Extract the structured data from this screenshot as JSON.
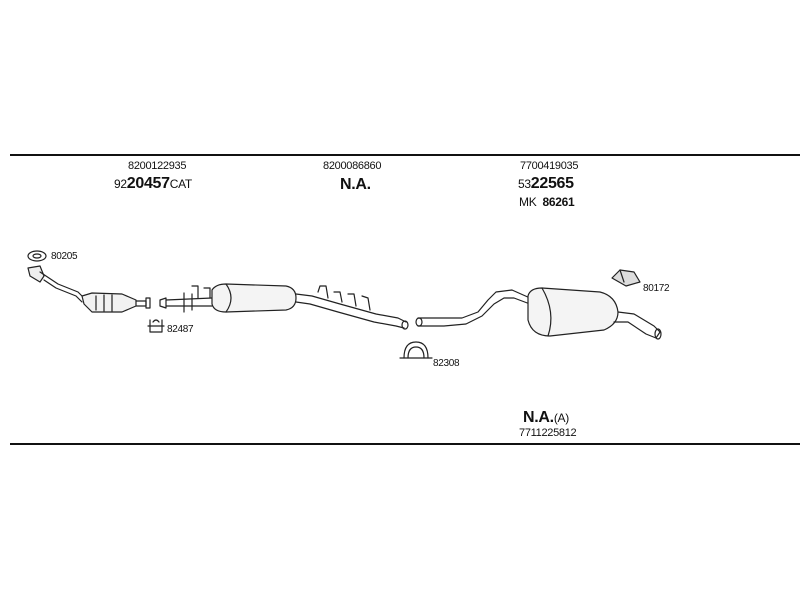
{
  "parts": {
    "front_pipe": {
      "oem": "8200122935",
      "prefix": "92",
      "code": "20457",
      "suffix": "CAT"
    },
    "middle_pipe": {
      "oem": "8200086860",
      "code": "N.A."
    },
    "rear_silencer": {
      "oem": "7700419035",
      "prefix": "53",
      "code": "22565",
      "kit_prefix": "MK",
      "kit_code": "86261"
    },
    "tail": {
      "code": "N.A.",
      "suffix": "(A)",
      "oem": "7711225812"
    }
  },
  "fittings": {
    "gasket": "80205",
    "clamp_front": "82487",
    "clamp_mid": "82308",
    "hanger_rear": "80172"
  }
}
